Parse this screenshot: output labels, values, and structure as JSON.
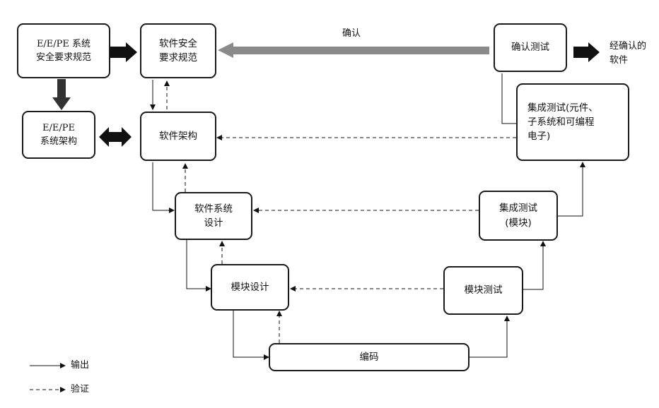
{
  "boxes": {
    "ee_pe_safety_spec": "E/E/PE 系统\n安全要求规范",
    "ee_pe_arch": "E/E/PE\n系统架构",
    "sw_safety_spec": "软件安全\n要求规范",
    "sw_arch": "软件架构",
    "sw_system_design": "软件系统\n设计",
    "module_design": "模块设计",
    "coding": "编码",
    "module_test": "模块测试",
    "integration_test_module": "集成测试\n(模块)",
    "integration_test_system": "集成测试(元件、\n子系统和可编程\n电子)",
    "validation_test": "确认测试"
  },
  "labels": {
    "validation_arrow": "确认",
    "validated_software": "经确认的\n软件"
  },
  "legend": {
    "output": "输出",
    "verification": "验证"
  }
}
